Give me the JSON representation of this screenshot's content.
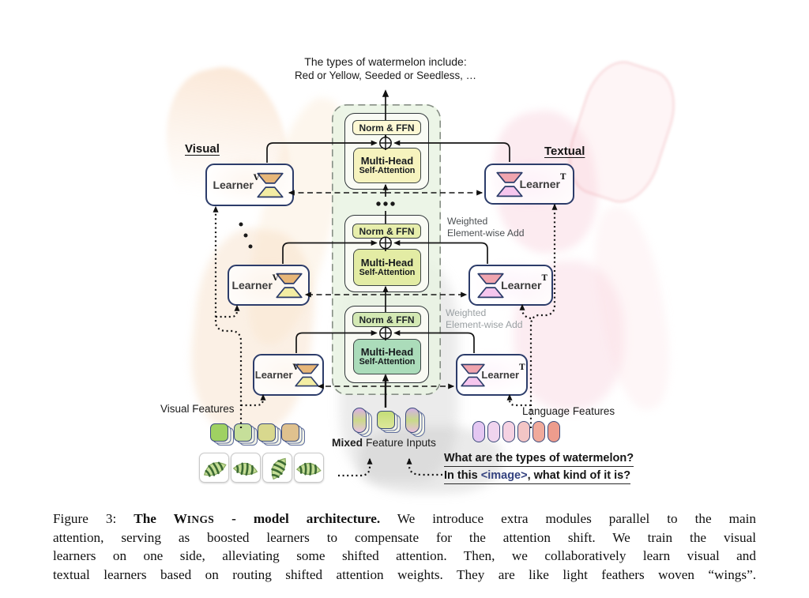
{
  "output_text": {
    "line1": "The types of watermelon include:",
    "line2": "Red or Yellow, Seeded or Seedless, …"
  },
  "branches": {
    "visual": "Visual",
    "textual": "Textual"
  },
  "blocks": {
    "top": {
      "norm": "Norm & FFN",
      "mhsa1": "Multi-Head",
      "mhsa2": "Self-Attention"
    },
    "middle": {
      "norm": "Norm & FFN",
      "mhsa1": "Multi-Head",
      "mhsa2": "Self-Attention"
    },
    "bottom": {
      "norm": "Norm & FFN",
      "mhsa1": "Multi-Head",
      "mhsa2": "Self-Attention"
    }
  },
  "learner": {
    "label": "Learner",
    "sup_v": "V",
    "sup_t": "T"
  },
  "notes": {
    "weighted_add_1": "Weighted\nElement-wise Add",
    "weighted_add_2": "Weighted\nElement-wise Add"
  },
  "features": {
    "visual_label": "Visual Features",
    "language_label": "Language Features",
    "mixed_bold": "Mixed",
    "mixed_rest": " Feature Inputs",
    "question1": "What are the types of watermelon?",
    "question2_pre": "In this ",
    "question2_tag": "<image>",
    "question2_post": ", what kind of it is?"
  },
  "tokens": {
    "visual": [
      "#9fd162",
      "#c6df9a",
      "#d8d88e",
      "#dfc18e"
    ],
    "language": [
      "#e4c7f2",
      "#f0d4ee",
      "#f5d2e2",
      "#f3c5c5",
      "#f0aa9b",
      "#ed9c8d"
    ],
    "mixed": [
      {
        "shape": "pill",
        "colors": [
          "#daaee6",
          "#ccd98a",
          "#e6c2e2"
        ]
      },
      {
        "shape": "square",
        "colors": [
          "#c4dd78",
          "#dde79a"
        ]
      },
      {
        "shape": "pill",
        "colors": [
          "#d2b2e6",
          "#c8da88",
          "#e8bede"
        ]
      }
    ]
  },
  "colors": {
    "learner_border": "#2c3c6a",
    "attention_box_fill": "#e9f4e3",
    "image_tag_text": "#34427f",
    "mhsa_bottom": "#abdcba",
    "mhsa_middle": "#e3eca4",
    "mhsa_top": "#f6f3be"
  },
  "caption": {
    "line1_prefix": "Figure 3: ",
    "line1_bold_pre": "The W",
    "line1_bold_caps": "INGS",
    "line1_bold_post": " - model architecture.",
    "line1_rest": " We introduce extra modules parallel to the main",
    "line2": "attention, serving as boosted learners to compensate for the attention shift.  We train the visual",
    "line3": "learners on one side, alleviating some shifted attention. Then, we collaboratively learn visual and",
    "line4": "textual learners based on routing shifted attention weights. They are like light feathers woven “wings”."
  }
}
